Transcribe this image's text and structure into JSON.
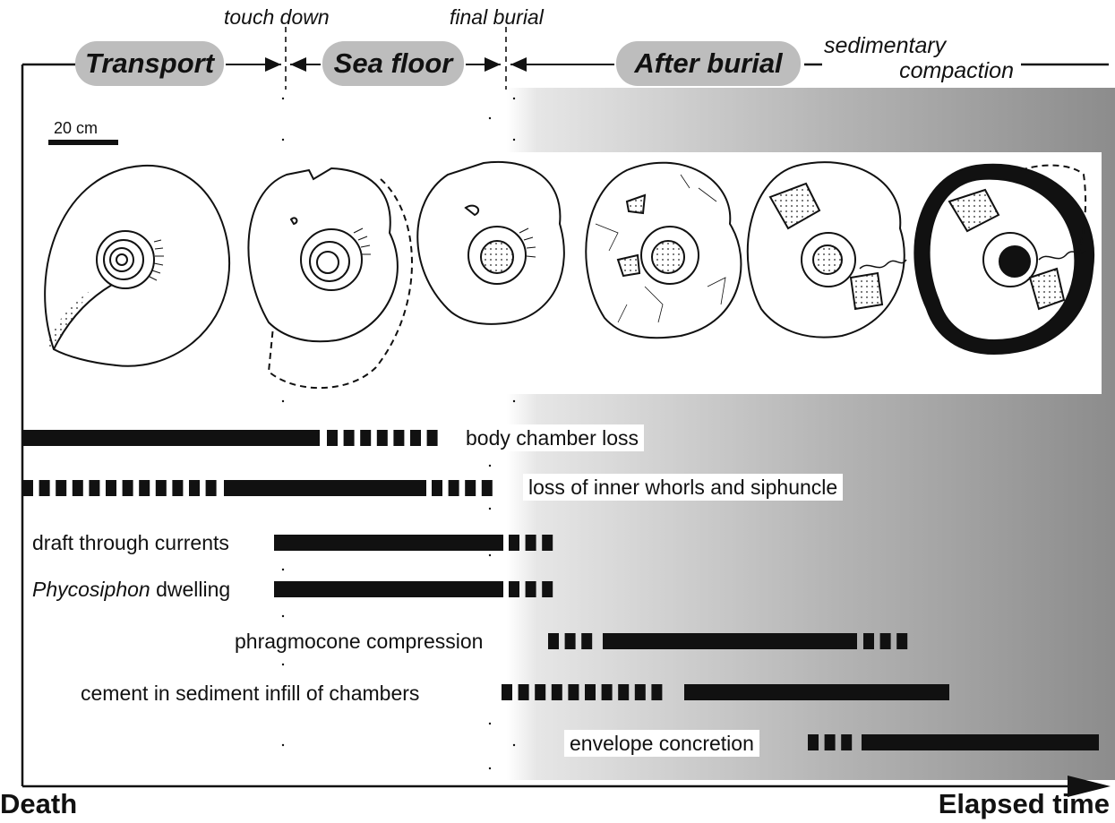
{
  "phases": [
    {
      "label": "Transport"
    },
    {
      "label": "Sea floor"
    },
    {
      "label": "After burial"
    }
  ],
  "markers": {
    "touch_down": "touch down",
    "final_burial": "final burial"
  },
  "compaction": {
    "line1": "sedimentary",
    "line2": "compaction"
  },
  "scale": {
    "label": "20 cm"
  },
  "processes": [
    {
      "label": "body chamber loss"
    },
    {
      "label": "loss of inner whorls and siphuncle"
    },
    {
      "label": "draft through currents"
    },
    {
      "genus": "Phycosiphon",
      "rest": " dwelling"
    },
    {
      "label": "phragmocone  compression"
    },
    {
      "label": "cement in sediment infill of chambers"
    },
    {
      "label": "envelope  concretion"
    }
  ],
  "axis": {
    "start": "Death",
    "end": "Elapsed time"
  },
  "colors": {
    "ink": "#111111",
    "pill": "#bdbdbd",
    "gradient_end": "#8c8c8c"
  }
}
